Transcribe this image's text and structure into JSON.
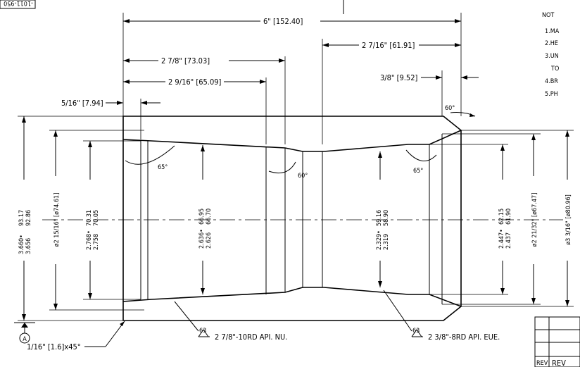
{
  "drawing": {
    "id_label": "-1011-950",
    "notes_header": "NOT",
    "notes": [
      "1.MA",
      "2.HE",
      "3.UN",
      "TO",
      "4.BR",
      "5.PH"
    ],
    "dimensions": {
      "overall_length": "6\" [152.40]",
      "left_thread_len": "2 7/8\" [73.03]",
      "left_bore_len": "2 9/16\" [65.09]",
      "chamfer_len": "5/16\" [7.94]",
      "right_thread_len": "2 7/16\" [61.91]",
      "right_cbore_len": "3/8\" [9.52]"
    },
    "angles": {
      "right_chamfer": "60°",
      "left_taper": "65°",
      "mid_taper": "60°",
      "right_taper": "65°"
    },
    "diameters": {
      "d1_inch": "3.660•\n3.656",
      "d1_mm": "[ 93.17\n  92.86 ]",
      "d1_inch_top": "3.660•",
      "d1_inch_bot": "3.656",
      "d1_mm_top": "93.17",
      "d1_mm_bot": "92.86",
      "d2_full": "ø2 15/16\" [ø74.61]",
      "d3_inch_top": "2.768•",
      "d3_inch_bot": "2.758",
      "d3_mm_top": "70.31",
      "d3_mm_bot": "70.05",
      "d4_inch_top": "2.636•",
      "d4_inch_bot": "2.626",
      "d4_mm_top": "66.95",
      "d4_mm_bot": "66.70",
      "d5_inch_top": "2.329•",
      "d5_inch_bot": "2.319",
      "d5_mm_top": "59.16",
      "d5_mm_bot": "58.90",
      "d6_inch_top": "2.447•",
      "d6_inch_bot": "2.437",
      "d6_mm_top": "62.15",
      "d6_mm_bot": "61.90",
      "d7_full": "ø2 21/32\" [ø67.47]",
      "d8_full": "ø3 3/16\" [ø80.96]"
    },
    "callouts": {
      "edge_chamfer": "1/16\" [1.6]x45°",
      "left_thread": "2 7/8\"-10RD API. NU.",
      "right_thread": "2 3/8\"-8RD API. EUE.",
      "finish_left": "63",
      "finish_right": "63",
      "datum": "A"
    },
    "rev_block": [
      "REV",
      "REV"
    ]
  }
}
